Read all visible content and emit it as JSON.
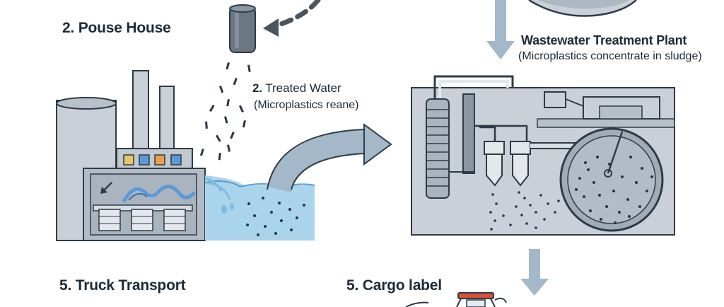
{
  "labels": {
    "pouse_house": "2. Pouse House",
    "treated_water_num": "2.",
    "treated_water": "Treated Water",
    "treated_water_sub": "(Microplastics reane)",
    "wwtp_title": "Wastewater Treatment Plant",
    "wwtp_sub": "(Microplastics concentrate in sludge)",
    "truck_transport": "5. Truck Transport",
    "cargo_label": "5. Cargo label"
  },
  "colors": {
    "outline": "#2f3b46",
    "building": "#c9d0d8",
    "building_dark": "#aeb8c2",
    "water": "#a9d4ec",
    "water_dark": "#7fbbe0",
    "arrow": "#8aa1b5",
    "flow_arrow": "#a3b8c8",
    "window_yellow": "#e9c56a",
    "window_blue": "#5b9bd5",
    "window_orange": "#e8a04a",
    "truck_red": "#d9503a"
  }
}
